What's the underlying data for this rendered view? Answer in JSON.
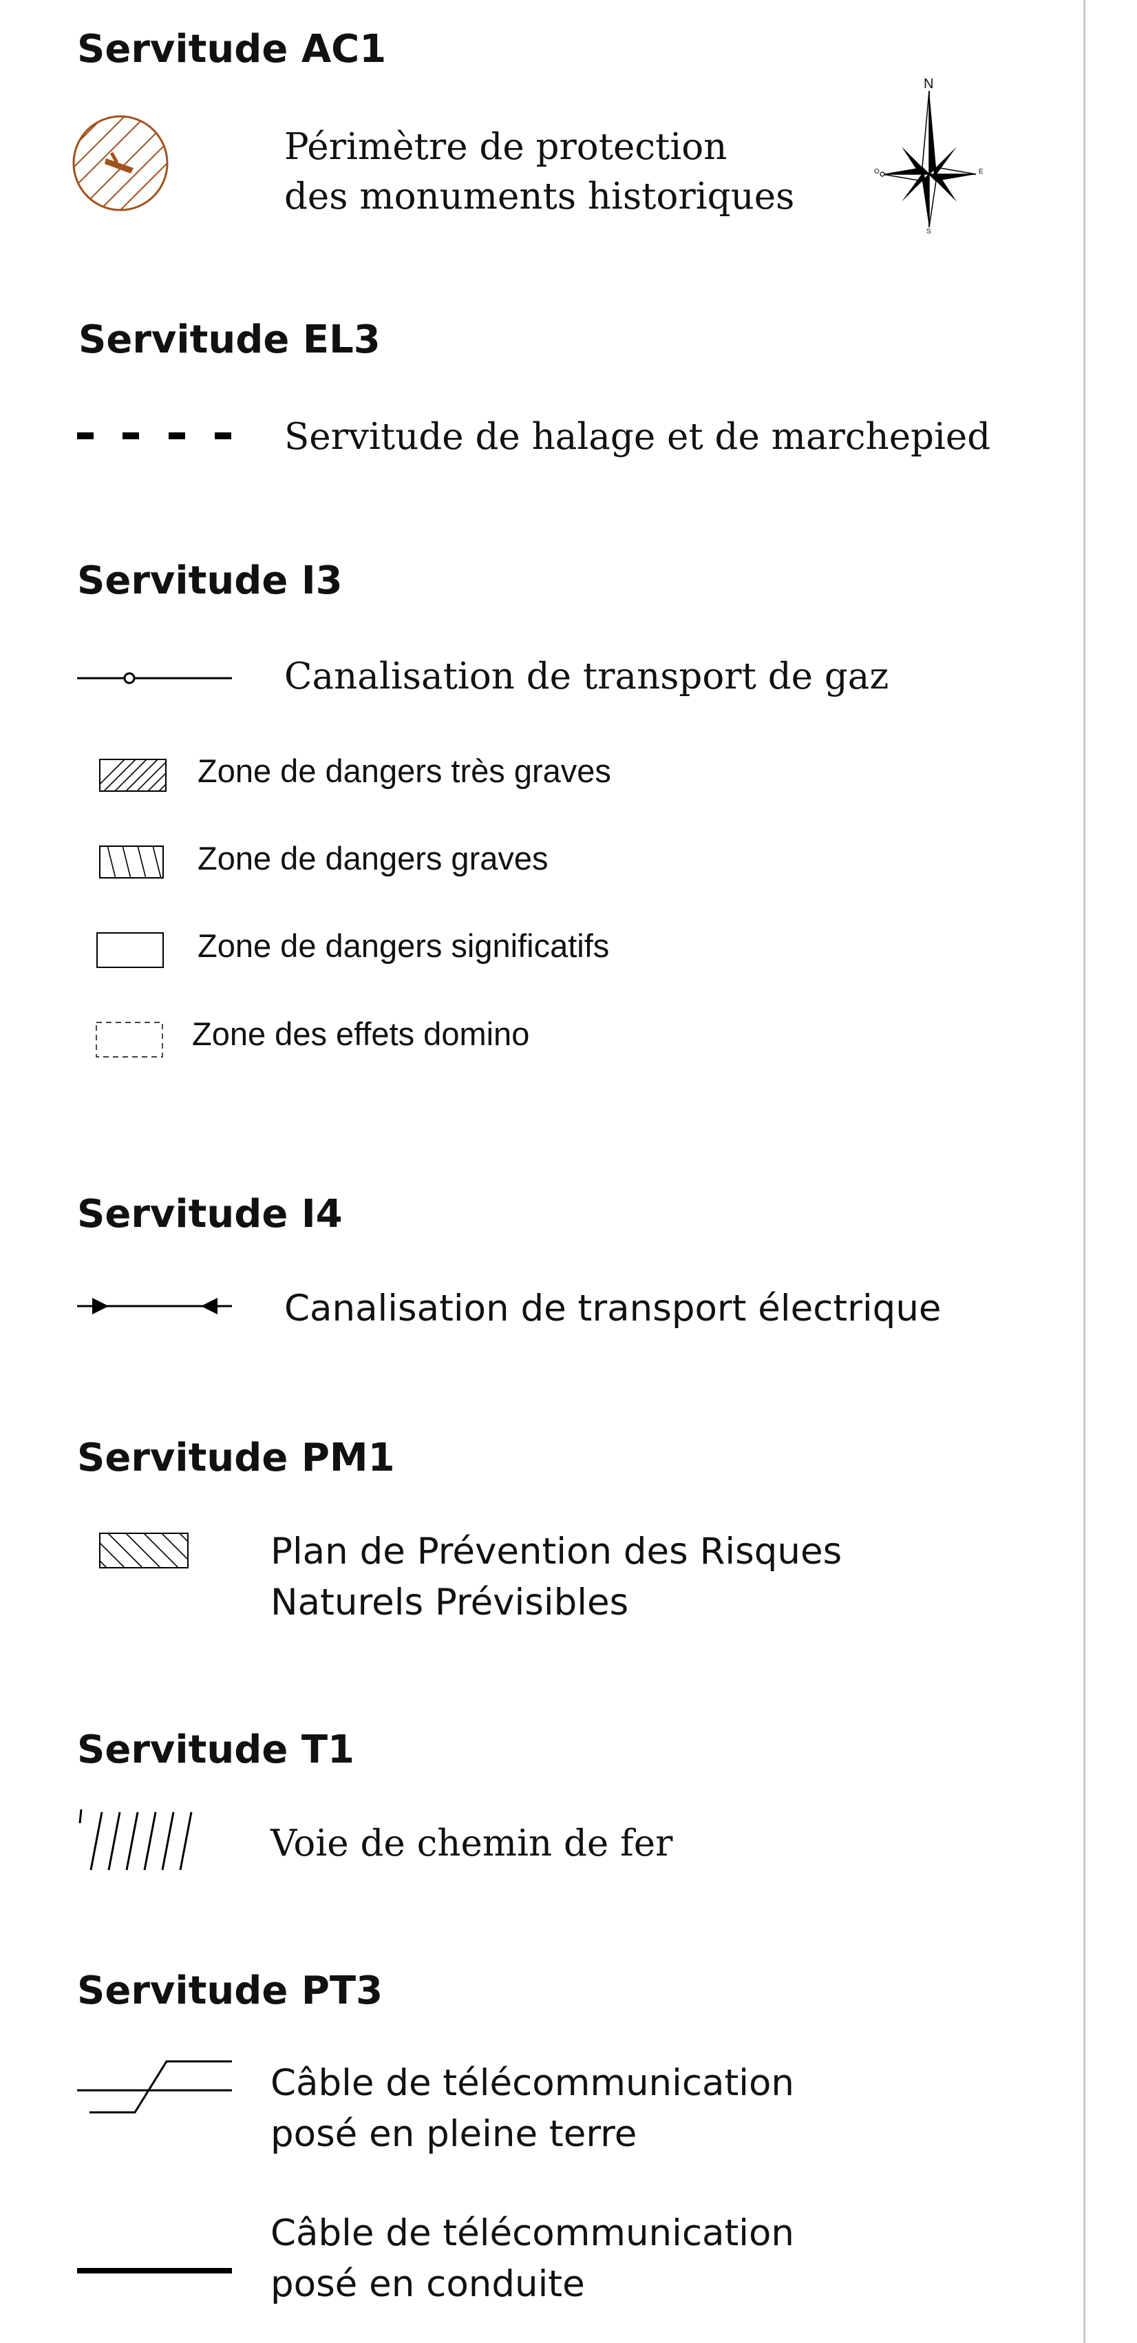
{
  "sections": {
    "ac1": {
      "title": "Servitude AC1",
      "line1": "Périmètre de protection",
      "line2": "des monuments historiques",
      "symbol_icon": "hatched-circle-icon",
      "symbol_color": "#a0521d",
      "compass": {
        "icon": "compass-rose-icon",
        "north": "N",
        "east": "E",
        "south": "S",
        "west": "O"
      }
    },
    "el3": {
      "title": "Servitude EL3",
      "label": "Servitude de halage et de marchepied",
      "symbol_icon": "dashed-line-icon"
    },
    "i3": {
      "title": "Servitude I3",
      "label": "Canalisation de transport de gaz",
      "symbol_icon": "line-with-circle-icon",
      "zones": [
        {
          "label": "Zone de dangers très graves",
          "icon": "dense-hatch-box-icon"
        },
        {
          "label": "Zone de dangers graves",
          "icon": "sparse-hatch-box-icon"
        },
        {
          "label": "Zone de dangers significatifs",
          "icon": "empty-box-icon"
        },
        {
          "label": "Zone des effets domino",
          "icon": "dashed-box-icon"
        }
      ]
    },
    "i4": {
      "title": "Servitude I4",
      "label": "Canalisation de transport électrique",
      "symbol_icon": "line-with-arrows-icon"
    },
    "pm1": {
      "title": "Servitude PM1",
      "line1": "Plan de Prévention des Risques",
      "line2": "Naturels Prévisibles",
      "symbol_icon": "hatched-rectangle-icon"
    },
    "t1": {
      "title": "Servitude T1",
      "label": "Voie de chemin de fer",
      "symbol_icon": "slanted-ticks-icon"
    },
    "pt3": {
      "title": "Servitude PT3",
      "items": [
        {
          "line1": "Câble de télécommunication",
          "line2": "posé en pleine terre",
          "icon": "step-line-icon"
        },
        {
          "line1": "Câble de télécommunication",
          "line2": "posé en conduite",
          "icon": "solid-line-icon"
        }
      ]
    }
  }
}
